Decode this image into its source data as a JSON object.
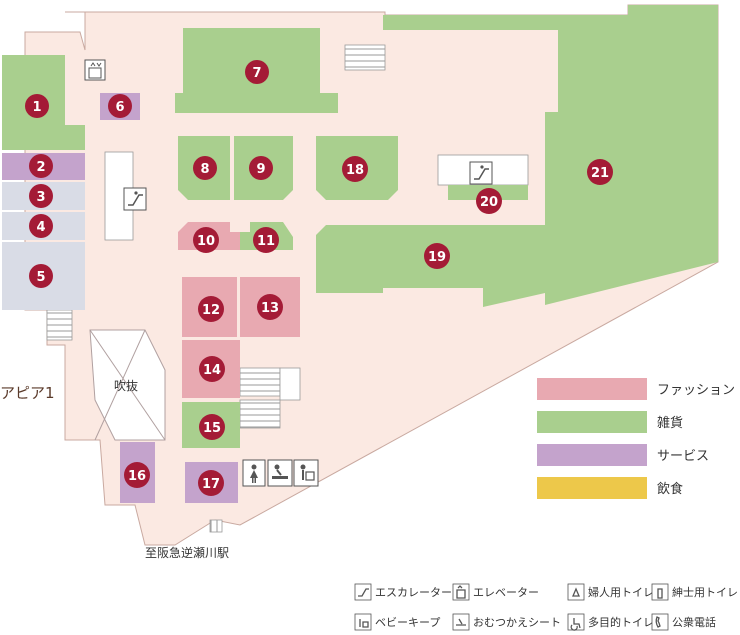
{
  "colors": {
    "floor": "#fbe9e2",
    "fashion": "#e8a9b1",
    "goods": "#a9cf8e",
    "service": "#c4a3cc",
    "food": "#edc84a",
    "gray": "#d9dce6",
    "marker": "#a41b36"
  },
  "stores": [
    {
      "num": "1",
      "category": "goods"
    },
    {
      "num": "2",
      "category": "service"
    },
    {
      "num": "3",
      "category": "gray"
    },
    {
      "num": "4",
      "category": "gray"
    },
    {
      "num": "5",
      "category": "gray"
    },
    {
      "num": "6",
      "category": "service"
    },
    {
      "num": "7",
      "category": "goods"
    },
    {
      "num": "8",
      "category": "goods"
    },
    {
      "num": "9",
      "category": "goods"
    },
    {
      "num": "10",
      "category": "fashion"
    },
    {
      "num": "11",
      "category": "goods"
    },
    {
      "num": "12",
      "category": "fashion"
    },
    {
      "num": "13",
      "category": "fashion"
    },
    {
      "num": "14",
      "category": "fashion"
    },
    {
      "num": "15",
      "category": "goods"
    },
    {
      "num": "16",
      "category": "service"
    },
    {
      "num": "17",
      "category": "service"
    },
    {
      "num": "18",
      "category": "goods"
    },
    {
      "num": "19",
      "category": "goods"
    },
    {
      "num": "20",
      "category": "goods"
    },
    {
      "num": "21",
      "category": "goods"
    }
  ],
  "labels": {
    "appia": "アピア1",
    "void": "吹抜",
    "station": "至阪急逆瀬川駅"
  },
  "legend": [
    {
      "label": "ファッション",
      "category": "fashion"
    },
    {
      "label": "雑貨",
      "category": "goods"
    },
    {
      "label": "サービス",
      "category": "service"
    },
    {
      "label": "飲食",
      "category": "food"
    }
  ],
  "icon_legend": [
    {
      "icon": "escalator-icon",
      "label": "エスカレーター"
    },
    {
      "icon": "elevator-icon",
      "label": "エレベーター"
    },
    {
      "icon": "womens-restroom-icon",
      "label": "婦人用トイレ"
    },
    {
      "icon": "mens-restroom-icon",
      "label": "紳士用トイレ"
    },
    {
      "icon": "baby-keep-icon",
      "label": "ベビーキープ"
    },
    {
      "icon": "diaper-changing-icon",
      "label": "おむつかえシート"
    },
    {
      "icon": "multipurpose-restroom-icon",
      "label": "多目的トイレ"
    },
    {
      "icon": "public-phone-icon",
      "label": "公衆電話"
    }
  ]
}
